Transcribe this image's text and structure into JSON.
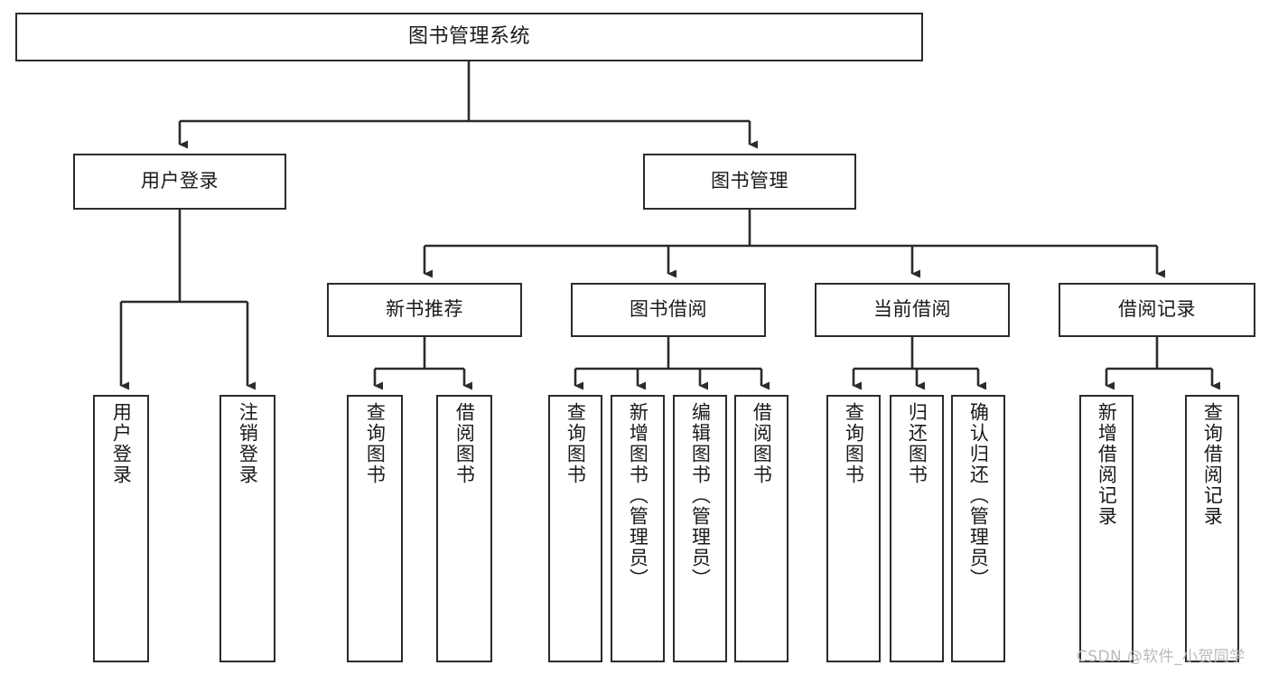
{
  "diagram": {
    "title": "图书管理系统",
    "type": "功能结构图",
    "watermark": "CSDN @软件_小贺同学",
    "colors": {
      "stroke": "#2b2b2b",
      "fill": "#ffffff",
      "text": "#1a1a1a",
      "watermark": "#b9b9b9"
    },
    "levels": {
      "root": {
        "label": "图书管理系统"
      },
      "level2": [
        {
          "id": "user-login",
          "label": "用户登录"
        },
        {
          "id": "book-management",
          "label": "图书管理"
        }
      ],
      "level3": [
        {
          "id": "new-book-recommend",
          "label": "新书推荐"
        },
        {
          "id": "book-borrow",
          "label": "图书借阅"
        },
        {
          "id": "current-borrow",
          "label": "当前借阅"
        },
        {
          "id": "borrow-record",
          "label": "借阅记录"
        }
      ],
      "leaves": {
        "user-login": [
          {
            "id": "leaf-user-login",
            "label": "用户登录"
          },
          {
            "id": "leaf-logout-login",
            "label": "注销登录"
          }
        ],
        "new-book-recommend": [
          {
            "id": "leaf-query-book-1",
            "label": "查询图书"
          },
          {
            "id": "leaf-borrow-book-1",
            "label": "借阅图书"
          }
        ],
        "book-borrow": [
          {
            "id": "leaf-query-book-2",
            "label": "查询图书"
          },
          {
            "id": "leaf-add-book",
            "label": "新增图书（管理员）"
          },
          {
            "id": "leaf-edit-book",
            "label": "编辑图书（管理员）"
          },
          {
            "id": "leaf-borrow-book-2",
            "label": "借阅图书"
          }
        ],
        "current-borrow": [
          {
            "id": "leaf-query-book-3",
            "label": "查询图书"
          },
          {
            "id": "leaf-return-book",
            "label": "归还图书"
          },
          {
            "id": "leaf-confirm-return",
            "label": "确认归还（管理员）"
          }
        ],
        "borrow-record": [
          {
            "id": "leaf-add-record",
            "label": "新增借阅记录"
          },
          {
            "id": "leaf-query-record",
            "label": "查询借阅记录"
          }
        ]
      }
    }
  }
}
